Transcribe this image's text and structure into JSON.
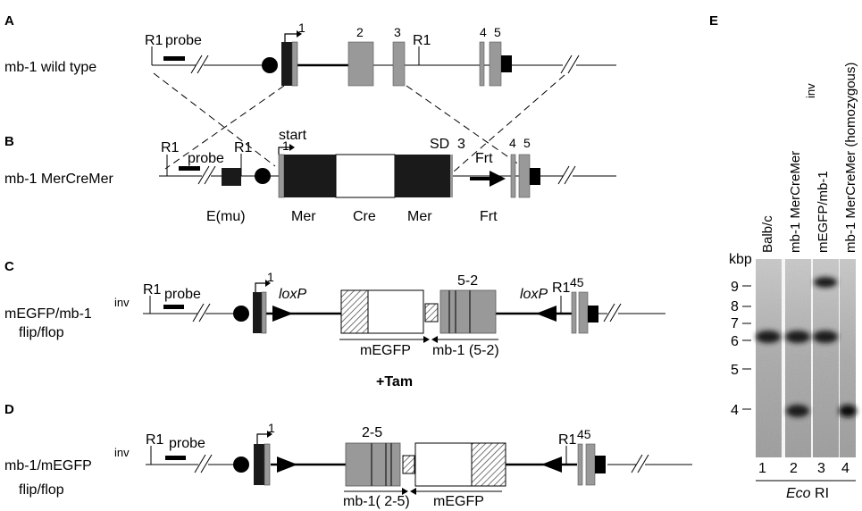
{
  "panels": {
    "A": {
      "letter": "A",
      "allele": "mb-1 wild type",
      "r1_left": "R1",
      "probe": "probe",
      "exon1": "1",
      "exon2": "2",
      "exon3": "3",
      "r1_right": "R1",
      "exon4": "4",
      "exon5": "5"
    },
    "B": {
      "letter": "B",
      "allele": "mb-1 MerCreMer",
      "r1_left": "R1",
      "probe": "probe",
      "r1_mid": "R1",
      "start": "start",
      "exon1": "1",
      "sd": "SD",
      "exon3": "3",
      "frt_top": "Frt",
      "exon4": "4",
      "exon5": "5",
      "emu": "E(mu)",
      "mer1": "Mer",
      "cre": "Cre",
      "mer2": "Mer",
      "frt_bottom": "Frt"
    },
    "C": {
      "letter": "C",
      "allele_line1": "mEGFP/mb-1",
      "allele_sup": "inv",
      "allele_line2": "flip/flop",
      "r1_left": "R1",
      "probe": "probe",
      "exon1": "1",
      "loxp_left": "loxP",
      "exon52": "5-2",
      "loxp_right": "loxP",
      "r1_right": "R1",
      "exon45": "45",
      "megfp": "mEGFP",
      "mb1_52": "mb-1 (5-2)"
    },
    "tam": "+Tam",
    "D": {
      "letter": "D",
      "allele_line1": "mb-1/mEGFP",
      "allele_sup": "inv",
      "allele_line2": "flip/flop",
      "r1_left": "R1",
      "probe": "probe",
      "exon1": "1",
      "exon25": "2-5",
      "r1_right": "R1",
      "exon45": "45",
      "mb1_25": "mb-1( 2-5)",
      "megfp": "mEGFP"
    },
    "E": {
      "letter": "E",
      "kbp": "kbp",
      "sizes": [
        "9",
        "8",
        "7",
        "6",
        "5",
        "4"
      ],
      "lanes": [
        "Balb/c",
        "mb-1 MerCreMer",
        "mEGFP/mb-1",
        "mb-1 MerCreMer (homozygous)"
      ],
      "lane3_sup": "inv",
      "lane_numbers": [
        "1",
        "2",
        "3",
        "4"
      ],
      "enzyme_italic": "Eco",
      "enzyme_rest": " RI"
    }
  }
}
